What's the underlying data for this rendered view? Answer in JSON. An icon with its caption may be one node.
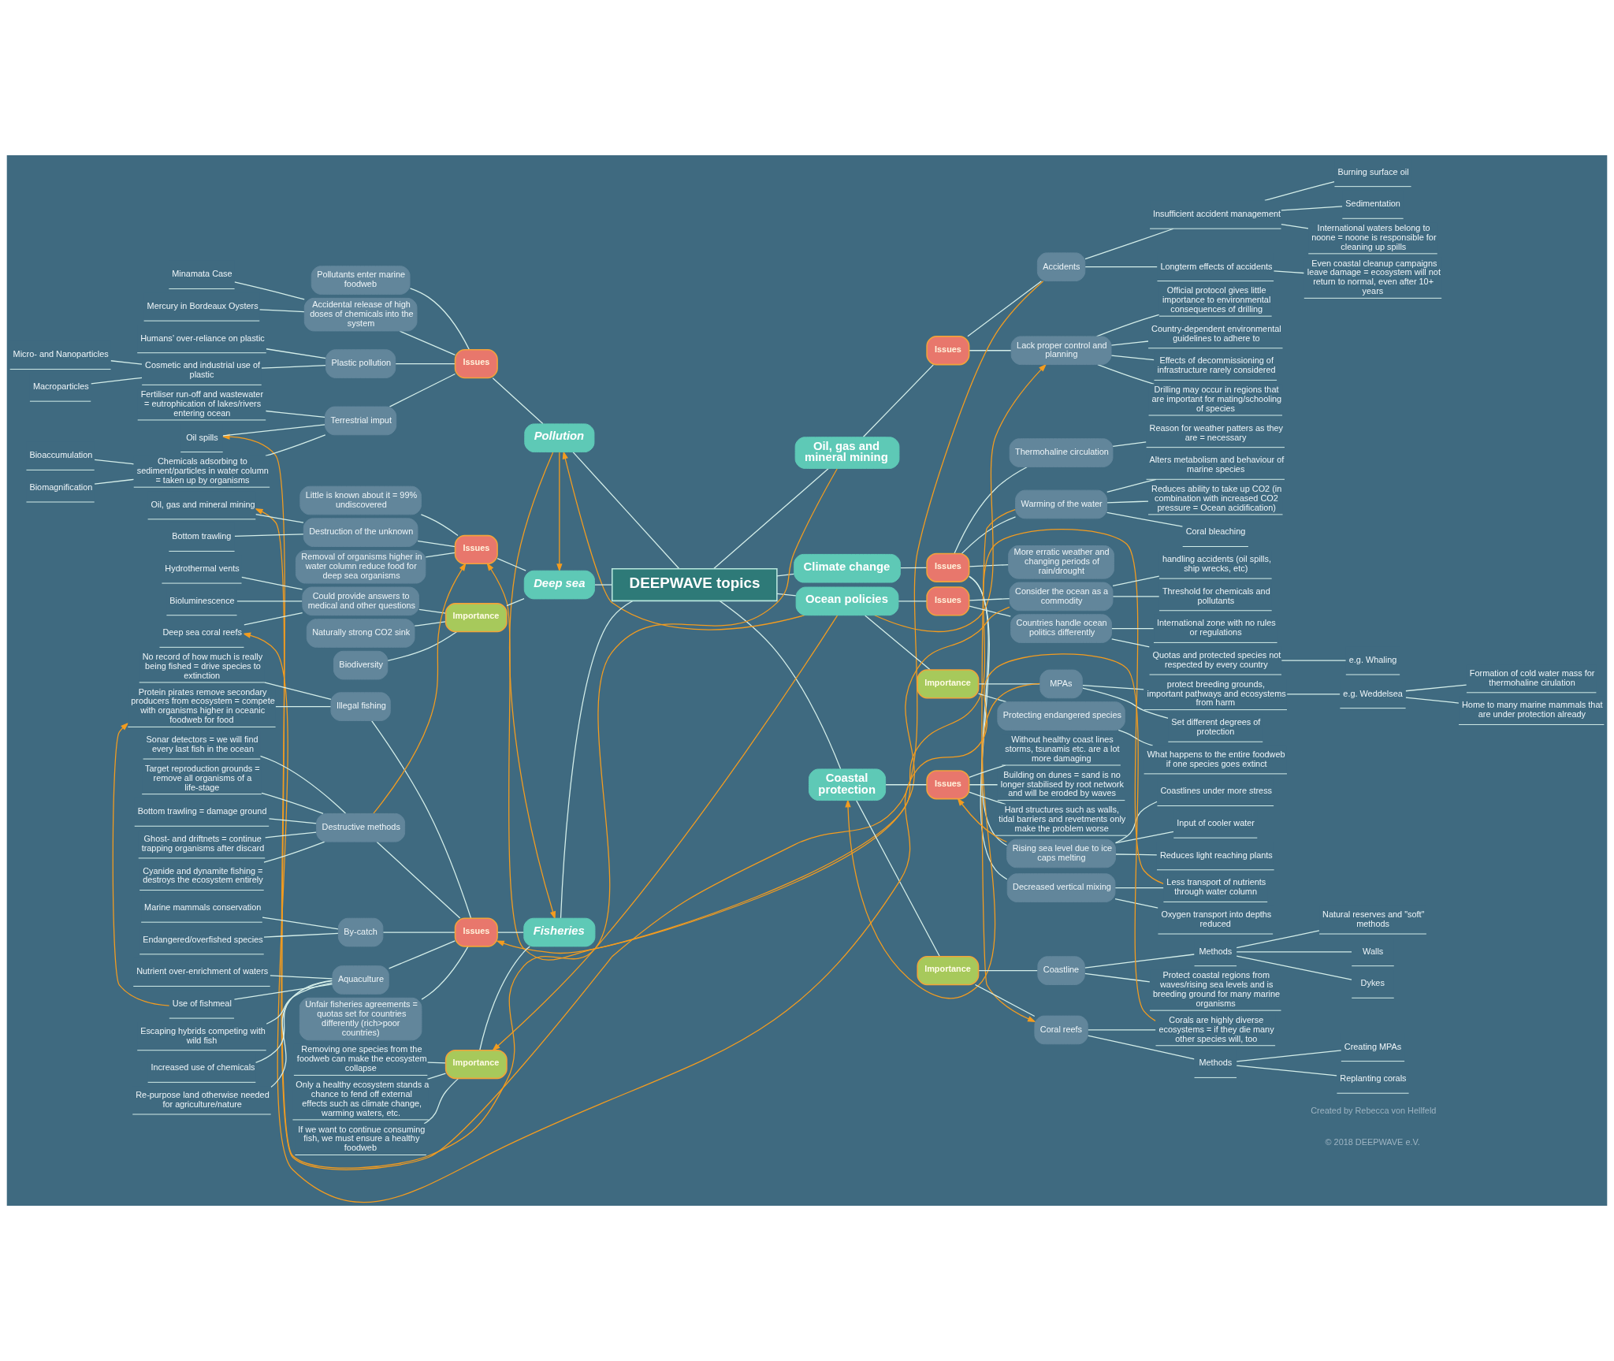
{
  "diagram": {
    "nodes": [
      {
        "text": [
          "DEEPWAVE topics"
        ]
      },
      {
        "text": [
          "Oil, gas and mineral mining"
        ]
      },
      {
        "text": [
          "Issues"
        ]
      },
      {
        "text": [
          "Accidents"
        ]
      },
      {
        "text": [
          "Insufficient accident management"
        ]
      },
      {
        "text": [
          "Burning surface oil"
        ]
      },
      {
        "text": [
          "Sedimentation"
        ]
      },
      {
        "text": [
          "International waters belong to noone = noone is responsible for cleaning up spills"
        ]
      },
      {
        "text": [
          "Longterm effects of accidents"
        ]
      },
      {
        "text": [
          "Even coastal cleanup campaigns leave damage = ecosystem will not return to normal, even after 10+ years"
        ]
      },
      {
        "text": [
          "Lack proper control and planning"
        ]
      },
      {
        "text": [
          "Official protocol gives little importance to environmental consequences of drilling"
        ]
      },
      {
        "text": [
          "Country-dependent environmental guidelines to adhere to"
        ]
      },
      {
        "text": [
          "Effects of decommissioning of infrastructure rarely considered"
        ]
      },
      {
        "text": [
          "Drilling may occur in regions that are important for mating/schooling of species"
        ]
      },
      {
        "text": [
          "Climate change"
        ]
      },
      {
        "text": [
          "Issues"
        ]
      },
      {
        "text": [
          "Thermohaline circulation"
        ]
      },
      {
        "text": [
          "Reason for weather patters as they are = necessary"
        ]
      },
      {
        "text": [
          "Warming of the water"
        ]
      },
      {
        "text": [
          "Alters metabolism and behaviour of marine species"
        ]
      },
      {
        "text": [
          "Reduces ability to take up CO2 (in combination with increased CO2 pressure = Ocean acidification)"
        ]
      },
      {
        "text": [
          "Coral bleaching"
        ]
      },
      {
        "text": [
          "More erratic weather and changing periods of rain/drought"
        ]
      },
      {
        "text": [
          "Rising sea level due to ice caps melting"
        ]
      },
      {
        "text": [
          "Coastlines under more stress"
        ]
      },
      {
        "text": [
          "Input of cooler water"
        ]
      },
      {
        "text": [
          "Reduces light reaching plants"
        ]
      },
      {
        "text": [
          "Decreased vertical mixing"
        ]
      },
      {
        "text": [
          "Less transport of nutrients through water column"
        ]
      },
      {
        "text": [
          "Oxygen transport into depths reduced"
        ]
      },
      {
        "text": [
          "Ocean policies"
        ]
      },
      {
        "text": [
          "Issues"
        ]
      },
      {
        "text": [
          "Consider the ocean as a commodity"
        ]
      },
      {
        "text": [
          "handling accidents (oil spills, ship wrecks, etc)"
        ]
      },
      {
        "text": [
          "Threshold for chemicals and pollutants"
        ]
      },
      {
        "text": [
          "Countries handle ocean politics differently"
        ]
      },
      {
        "text": [
          "International zone with no rules or regulations"
        ]
      },
      {
        "text": [
          "Quotas and protected species not respected by every country"
        ]
      },
      {
        "text": [
          "e.g. Whaling"
        ]
      },
      {
        "text": [
          "Importance"
        ]
      },
      {
        "text": [
          "MPAs"
        ]
      },
      {
        "text": [
          "protect breeding grounds, important pathways and ecosystems from harm"
        ]
      },
      {
        "text": [
          "e.g. Weddelsea"
        ]
      },
      {
        "text": [
          "Formation of cold water mass for thermohaline cirulation"
        ]
      },
      {
        "text": [
          "Home to many marine mammals that are under protection already"
        ]
      },
      {
        "text": [
          "Set different degrees of protection"
        ]
      },
      {
        "text": [
          "Protecting endangered species"
        ]
      },
      {
        "text": [
          "What happens to the entire foodweb if one species goes extinct"
        ]
      },
      {
        "text": [
          "Coastal protection"
        ]
      },
      {
        "text": [
          "Issues"
        ]
      },
      {
        "text": [
          "Without healthy coast lines storms, tsunamis etc. are a lot more damaging"
        ]
      },
      {
        "text": [
          "Building on dunes = sand is no longer stabilised by root network and will be eroded by waves"
        ]
      },
      {
        "text": [
          "Hard structures such as walls, tidal barriers and revetments only make the problem worse"
        ]
      },
      {
        "text": [
          "Importance"
        ]
      },
      {
        "text": [
          "Coastline"
        ]
      },
      {
        "text": [
          "Methods"
        ]
      },
      {
        "text": [
          "Natural reserves and \"soft\" methods"
        ]
      },
      {
        "text": [
          "Walls"
        ]
      },
      {
        "text": [
          "Dykes"
        ]
      },
      {
        "text": [
          "Protect coastal regions from waves/rising sea levels and is breeding ground for many marine organisms"
        ]
      },
      {
        "text": [
          "Coral reefs"
        ]
      },
      {
        "text": [
          "Corals are highly diverse ecosystems = if they die many other species will, too"
        ]
      },
      {
        "text": [
          "Methods"
        ]
      },
      {
        "text": [
          "Creating MPAs"
        ]
      },
      {
        "text": [
          "Replanting corals"
        ]
      },
      {
        "text": [
          "Pollution"
        ]
      },
      {
        "text": [
          "Issues"
        ]
      },
      {
        "text": [
          "Pollutants enter marine foodweb"
        ]
      },
      {
        "text": [
          "Accidental release of high doses of chemicals into the system"
        ]
      },
      {
        "text": [
          "Minamata Case"
        ]
      },
      {
        "text": [
          "Mercury in Bordeaux Oysters"
        ]
      },
      {
        "text": [
          "Plastic pollution"
        ]
      },
      {
        "text": [
          "Humans’ over-reliance on plastic"
        ]
      },
      {
        "text": [
          "Cosmetic and industrial use of plastic"
        ]
      },
      {
        "text": [
          "Micro- and Nanoparticles"
        ]
      },
      {
        "text": [
          "Macroparticles"
        ]
      },
      {
        "text": [
          "Terrestrial imput"
        ]
      },
      {
        "text": [
          "Fertiliser run-off and wastewater = eutrophication of lakes/rivers entering ocean"
        ]
      },
      {
        "text": [
          "Oil spills"
        ]
      },
      {
        "text": [
          "Chemicals adsorbing to sediment/particles in water column = taken up by organisms"
        ]
      },
      {
        "text": [
          "Bioaccumulation"
        ]
      },
      {
        "text": [
          "Biomagnification"
        ]
      },
      {
        "text": [
          "Deep sea"
        ]
      },
      {
        "text": [
          "Issues"
        ]
      },
      {
        "text": [
          "Little is known about it = 99% undiscovered"
        ]
      },
      {
        "text": [
          "Destruction of the unknown"
        ]
      },
      {
        "text": [
          "Oil, gas and mineral mining"
        ]
      },
      {
        "text": [
          "Bottom trawling"
        ]
      },
      {
        "text": [
          "Removal of organisms higher in water column reduce food for deep sea organisms"
        ]
      },
      {
        "text": [
          "Importance"
        ]
      },
      {
        "text": [
          "Could provide answers to medical and other questions"
        ]
      },
      {
        "text": [
          "Hydrothermal vents"
        ]
      },
      {
        "text": [
          "Bioluminescence"
        ]
      },
      {
        "text": [
          "Deep sea coral reefs"
        ]
      },
      {
        "text": [
          "Naturally strong CO2 sink"
        ]
      },
      {
        "text": [
          "Biodiversity"
        ]
      },
      {
        "text": [
          "Fisheries"
        ]
      },
      {
        "text": [
          "Issues"
        ]
      },
      {
        "text": [
          "Illegal fishing"
        ]
      },
      {
        "text": [
          "No record of how much is really being fished = drive species to extinction"
        ]
      },
      {
        "text": [
          "Protein pirates remove secondary producers from ecosystem = compete with organisms higher in oceanic foodweb for food"
        ]
      },
      {
        "text": [
          "Destructive methods"
        ]
      },
      {
        "text": [
          "Sonar detectors = we will find every last fish in the ocean"
        ]
      },
      {
        "text": [
          "Target reproduction grounds = remove all organisms of a life-stage"
        ]
      },
      {
        "text": [
          "Bottom trawling = damage ground"
        ]
      },
      {
        "text": [
          "Ghost- and driftnets = continue trapping organisms after discard"
        ]
      },
      {
        "text": [
          "Cyanide and dynamite fishing = destroys the ecosystem entirely"
        ]
      },
      {
        "text": [
          "By-catch"
        ]
      },
      {
        "text": [
          "Marine mammals conservation"
        ]
      },
      {
        "text": [
          "Endangered/overfished species"
        ]
      },
      {
        "text": [
          "Aquaculture"
        ]
      },
      {
        "text": [
          "Nutrient over-enrichment of waters"
        ]
      },
      {
        "text": [
          "Use of fishmeal"
        ]
      },
      {
        "text": [
          "Escaping hybrids competing with wild fish"
        ]
      },
      {
        "text": [
          "Increased use of chemicals"
        ]
      },
      {
        "text": [
          "Re-purpose land otherwise needed for agriculture/nature"
        ]
      },
      {
        "text": [
          "Unfair fisheries agreements = quotas set for countries differently (rich>poor countries)"
        ]
      },
      {
        "text": [
          "Importance"
        ]
      },
      {
        "text": [
          "Removing one species from the foodweb can make the ecosystem collapse"
        ]
      },
      {
        "text": [
          "Only a healthy ecosystem stands a chance to fend off external effects such as climate change, warming waters, etc."
        ]
      },
      {
        "text": [
          "If we want to continue consuming fish, we must ensure a healthy foodweb"
        ]
      }
    ],
    "edges": [
      {
        "from": 0,
        "to": 1,
        "arrow": "none"
      },
      {
        "from": 1,
        "to": 2,
        "arrow": "none"
      },
      {
        "from": 2,
        "to": 3,
        "arrow": "none"
      },
      {
        "from": 3,
        "to": 4,
        "arrow": "none"
      },
      {
        "from": 4,
        "to": 5,
        "arrow": "none"
      },
      {
        "from": 4,
        "to": 6,
        "arrow": "none"
      },
      {
        "from": 4,
        "to": 7,
        "arrow": "none"
      },
      {
        "from": 3,
        "to": 8,
        "arrow": "none"
      },
      {
        "from": 8,
        "to": 9,
        "arrow": "none"
      },
      {
        "from": 2,
        "to": 10,
        "arrow": "none"
      },
      {
        "from": 10,
        "to": 11,
        "arrow": "none"
      },
      {
        "from": 10,
        "to": 12,
        "arrow": "none"
      },
      {
        "from": 10,
        "to": 13,
        "arrow": "none"
      },
      {
        "from": 10,
        "to": 14,
        "arrow": "none"
      },
      {
        "from": 0,
        "to": 15,
        "arrow": "none"
      },
      {
        "from": 15,
        "to": 16,
        "arrow": "none"
      },
      {
        "from": 16,
        "to": 17,
        "arrow": "none"
      },
      {
        "from": 17,
        "to": 18,
        "arrow": "none"
      },
      {
        "from": 16,
        "to": 19,
        "arrow": "none"
      },
      {
        "from": 19,
        "to": 20,
        "arrow": "none"
      },
      {
        "from": 19,
        "to": 21,
        "arrow": "none"
      },
      {
        "from": 19,
        "to": 22,
        "arrow": "none"
      },
      {
        "from": 16,
        "to": 23,
        "arrow": "none"
      },
      {
        "from": 16,
        "to": 24,
        "arrow": "none"
      },
      {
        "from": 24,
        "to": 25,
        "arrow": "none"
      },
      {
        "from": 24,
        "to": 26,
        "arrow": "none"
      },
      {
        "from": 24,
        "to": 27,
        "arrow": "none"
      },
      {
        "from": 16,
        "to": 28,
        "arrow": "none"
      },
      {
        "from": 28,
        "to": 29,
        "arrow": "none"
      },
      {
        "from": 28,
        "to": 30,
        "arrow": "none"
      },
      {
        "from": 0,
        "to": 31,
        "arrow": "none"
      },
      {
        "from": 31,
        "to": 32,
        "arrow": "none"
      },
      {
        "from": 32,
        "to": 33,
        "arrow": "none"
      },
      {
        "from": 33,
        "to": 34,
        "arrow": "none"
      },
      {
        "from": 33,
        "to": 35,
        "arrow": "none"
      },
      {
        "from": 32,
        "to": 36,
        "arrow": "none"
      },
      {
        "from": 36,
        "to": 37,
        "arrow": "none"
      },
      {
        "from": 36,
        "to": 38,
        "arrow": "none"
      },
      {
        "from": 38,
        "to": 39,
        "arrow": "none"
      },
      {
        "from": 31,
        "to": 40,
        "arrow": "none"
      },
      {
        "from": 40,
        "to": 41,
        "arrow": "none"
      },
      {
        "from": 41,
        "to": 42,
        "arrow": "none"
      },
      {
        "from": 42,
        "to": 43,
        "arrow": "none"
      },
      {
        "from": 43,
        "to": 44,
        "arrow": "none"
      },
      {
        "from": 43,
        "to": 45,
        "arrow": "none"
      },
      {
        "from": 41,
        "to": 46,
        "arrow": "none"
      },
      {
        "from": 40,
        "to": 47,
        "arrow": "none"
      },
      {
        "from": 47,
        "to": 48,
        "arrow": "none"
      },
      {
        "from": 0,
        "to": 49,
        "arrow": "none"
      },
      {
        "from": 49,
        "to": 50,
        "arrow": "none"
      },
      {
        "from": 50,
        "to": 51,
        "arrow": "none"
      },
      {
        "from": 50,
        "to": 52,
        "arrow": "none"
      },
      {
        "from": 50,
        "to": 53,
        "arrow": "none"
      },
      {
        "from": 49,
        "to": 54,
        "arrow": "none"
      },
      {
        "from": 54,
        "to": 55,
        "arrow": "none"
      },
      {
        "from": 55,
        "to": 56,
        "arrow": "none"
      },
      {
        "from": 56,
        "to": 57,
        "arrow": "none"
      },
      {
        "from": 56,
        "to": 58,
        "arrow": "none"
      },
      {
        "from": 56,
        "to": 59,
        "arrow": "none"
      },
      {
        "from": 55,
        "to": 60,
        "arrow": "none"
      },
      {
        "from": 54,
        "to": 61,
        "arrow": "none"
      },
      {
        "from": 61,
        "to": 62,
        "arrow": "none"
      },
      {
        "from": 61,
        "to": 63,
        "arrow": "none"
      },
      {
        "from": 63,
        "to": 64,
        "arrow": "none"
      },
      {
        "from": 63,
        "to": 65,
        "arrow": "none"
      },
      {
        "from": 0,
        "to": 66,
        "arrow": "none"
      },
      {
        "from": 66,
        "to": 67,
        "arrow": "none"
      },
      {
        "from": 67,
        "to": 68,
        "arrow": "none"
      },
      {
        "from": 67,
        "to": 69,
        "arrow": "none"
      },
      {
        "from": 69,
        "to": 70,
        "arrow": "none"
      },
      {
        "from": 69,
        "to": 71,
        "arrow": "none"
      },
      {
        "from": 67,
        "to": 72,
        "arrow": "none"
      },
      {
        "from": 72,
        "to": 73,
        "arrow": "none"
      },
      {
        "from": 72,
        "to": 74,
        "arrow": "none"
      },
      {
        "from": 74,
        "to": 75,
        "arrow": "none"
      },
      {
        "from": 74,
        "to": 76,
        "arrow": "none"
      },
      {
        "from": 67,
        "to": 77,
        "arrow": "none"
      },
      {
        "from": 77,
        "to": 78,
        "arrow": "none"
      },
      {
        "from": 77,
        "to": 79,
        "arrow": "none"
      },
      {
        "from": 77,
        "to": 80,
        "arrow": "none"
      },
      {
        "from": 80,
        "to": 81,
        "arrow": "none"
      },
      {
        "from": 80,
        "to": 82,
        "arrow": "none"
      },
      {
        "from": 0,
        "to": 83,
        "arrow": "none"
      },
      {
        "from": 83,
        "to": 84,
        "arrow": "none"
      },
      {
        "from": 84,
        "to": 85,
        "arrow": "none"
      },
      {
        "from": 84,
        "to": 86,
        "arrow": "none"
      },
      {
        "from": 86,
        "to": 87,
        "arrow": "none"
      },
      {
        "from": 86,
        "to": 88,
        "arrow": "none"
      },
      {
        "from": 84,
        "to": 89,
        "arrow": "none"
      },
      {
        "from": 83,
        "to": 90,
        "arrow": "none"
      },
      {
        "from": 90,
        "to": 91,
        "arrow": "none"
      },
      {
        "from": 91,
        "to": 92,
        "arrow": "none"
      },
      {
        "from": 91,
        "to": 93,
        "arrow": "none"
      },
      {
        "from": 91,
        "to": 94,
        "arrow": "none"
      },
      {
        "from": 90,
        "to": 95,
        "arrow": "none"
      },
      {
        "from": 90,
        "to": 96,
        "arrow": "none"
      },
      {
        "from": 0,
        "to": 97,
        "arrow": "none"
      },
      {
        "from": 97,
        "to": 98,
        "arrow": "none"
      },
      {
        "from": 98,
        "to": 99,
        "arrow": "none"
      },
      {
        "from": 99,
        "to": 100,
        "arrow": "none"
      },
      {
        "from": 99,
        "to": 101,
        "arrow": "none"
      },
      {
        "from": 98,
        "to": 102,
        "arrow": "none"
      },
      {
        "from": 102,
        "to": 103,
        "arrow": "none"
      },
      {
        "from": 102,
        "to": 104,
        "arrow": "none"
      },
      {
        "from": 102,
        "to": 105,
        "arrow": "none"
      },
      {
        "from": 102,
        "to": 106,
        "arrow": "none"
      },
      {
        "from": 102,
        "to": 107,
        "arrow": "none"
      },
      {
        "from": 98,
        "to": 108,
        "arrow": "none"
      },
      {
        "from": 108,
        "to": 109,
        "arrow": "none"
      },
      {
        "from": 108,
        "to": 110,
        "arrow": "none"
      },
      {
        "from": 98,
        "to": 111,
        "arrow": "none"
      },
      {
        "from": 111,
        "to": 112,
        "arrow": "none"
      },
      {
        "from": 111,
        "to": 113,
        "arrow": "none"
      },
      {
        "from": 111,
        "to": 114,
        "arrow": "none"
      },
      {
        "from": 111,
        "to": 115,
        "arrow": "none"
      },
      {
        "from": 111,
        "to": 116,
        "arrow": "none"
      },
      {
        "from": 98,
        "to": 117,
        "arrow": "none"
      },
      {
        "from": 97,
        "to": 118,
        "arrow": "none"
      },
      {
        "from": 118,
        "to": 119,
        "arrow": "none"
      },
      {
        "from": 118,
        "to": 120,
        "arrow": "none"
      },
      {
        "from": 118,
        "to": 121,
        "arrow": "none"
      },
      {
        "from": 1,
        "to": 87,
        "arrow": "to",
        "color": "#f39c1f"
      },
      {
        "from": 3,
        "to": 79,
        "arrow": "to",
        "color": "#f39c1f"
      },
      {
        "from": 66,
        "to": 83,
        "arrow": "to",
        "color": "#f39c1f"
      },
      {
        "from": 66,
        "to": 97,
        "arrow": "to",
        "color": "#f39c1f"
      },
      {
        "from": 31,
        "to": 66,
        "arrow": "to",
        "color": "#f39c1f"
      },
      {
        "from": 31,
        "to": 10,
        "arrow": "to",
        "color": "#f39c1f"
      },
      {
        "from": 31,
        "to": 118,
        "arrow": "to",
        "color": "#f39c1f"
      },
      {
        "from": 33,
        "to": 98,
        "arrow": "to",
        "color": "#f39c1f"
      },
      {
        "from": 24,
        "to": 50,
        "arrow": "to",
        "color": "#f39c1f"
      },
      {
        "from": 41,
        "to": 49,
        "arrow": "to",
        "color": "#f39c1f"
      },
      {
        "from": 19,
        "to": 61,
        "arrow": "to",
        "color": "#f39c1f"
      },
      {
        "from": 62,
        "to": 94,
        "arrow": "to",
        "color": "#f39c1f"
      },
      {
        "from": 29,
        "to": 84,
        "arrow": "to",
        "color": "#f39c1f"
      },
      {
        "from": 102,
        "to": 84,
        "arrow": "to",
        "color": "#f39c1f"
      },
      {
        "from": 113,
        "to": 101,
        "arrow": "to",
        "color": "#f39c1f"
      }
    ],
    "labels": [
      "Created by Rebecca von Hellfeld",
      "© 2018 DEEPWAVE e.V."
    ]
  }
}
